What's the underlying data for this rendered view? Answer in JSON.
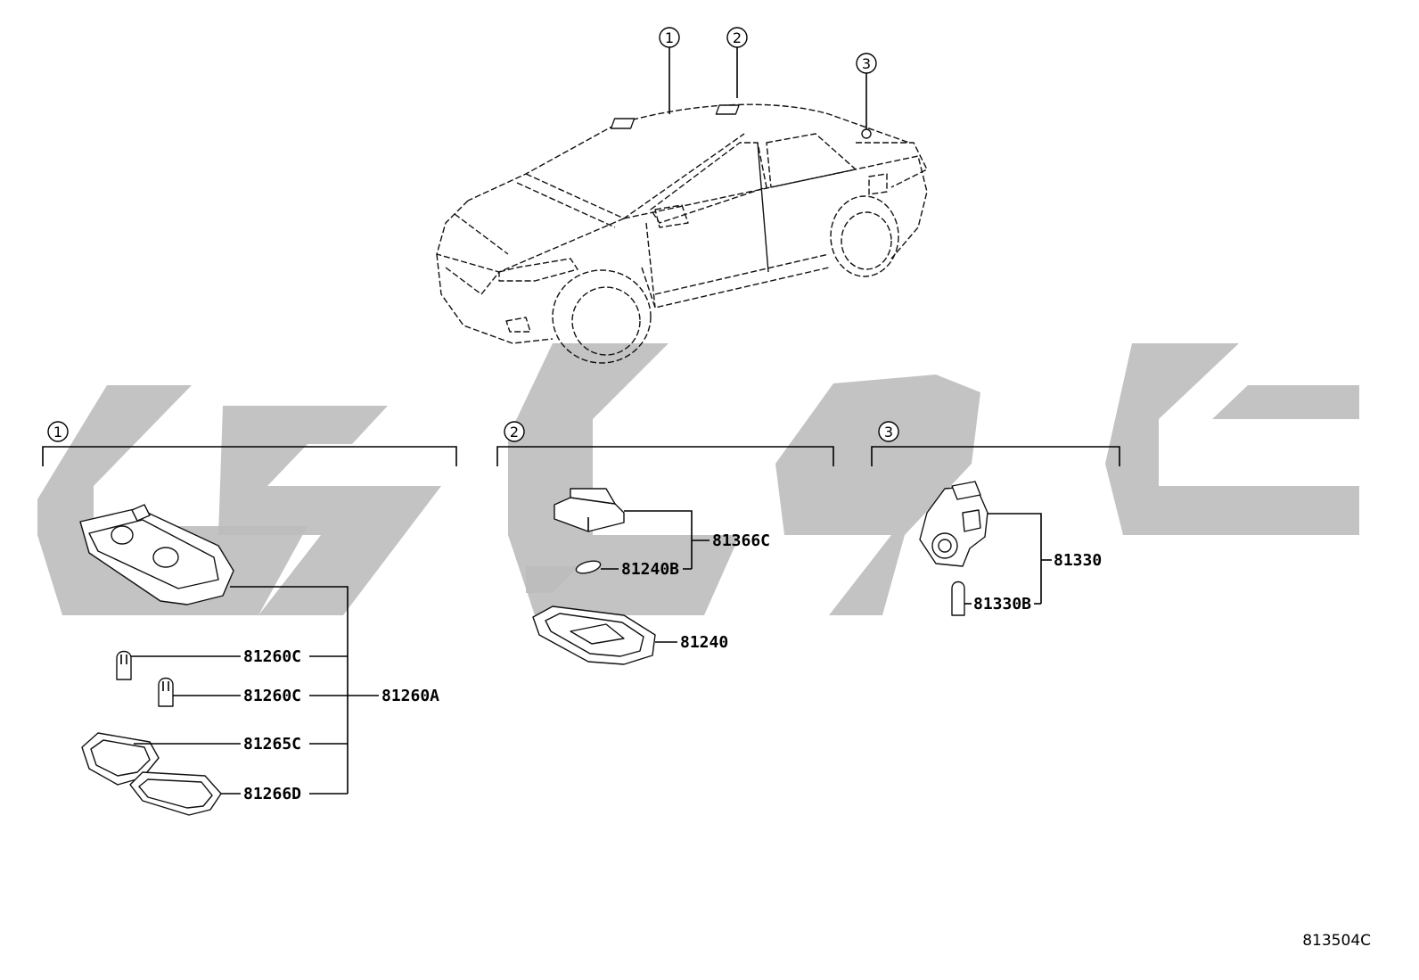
{
  "callouts": {
    "car_1": "1",
    "car_2": "2",
    "car_3": "3",
    "group_1": "1",
    "group_2": "2",
    "group_3": "3"
  },
  "parts": {
    "g1": {
      "main": "81260A",
      "bulb_1": "81260C",
      "bulb_2": "81260C",
      "lens_1": "81265C",
      "lens_2": "81266D"
    },
    "g2": {
      "main": "81366C",
      "bulb": "81240B",
      "lens": "81240"
    },
    "g3": {
      "main": "81330",
      "bulb": "81330B"
    }
  },
  "figure_id": "813504C",
  "colors": {
    "line": "#000000",
    "watermark": "#bdbdbd",
    "background": "#ffffff"
  }
}
